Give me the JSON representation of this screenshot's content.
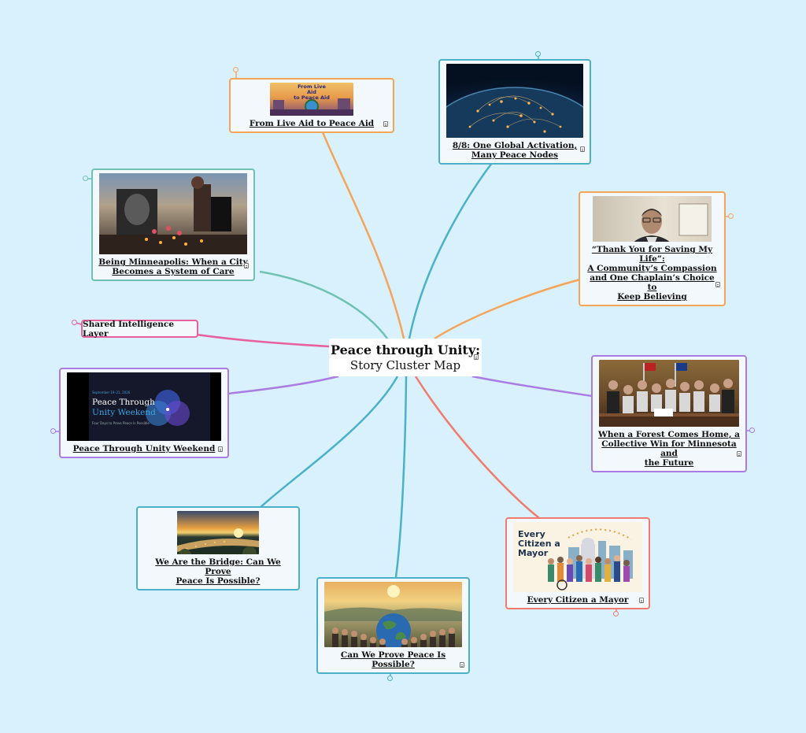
{
  "map": {
    "center": {
      "title": "Peace through Unity:",
      "subtitle": "Story Cluster Map"
    },
    "colors": {
      "background": "#d8f1fc",
      "orange": "#f5a55a",
      "teal": "#4bb1c9",
      "green": "#6fc2b3",
      "pink": "#e9609f",
      "purple": "#a97be3",
      "coral": "#f07b6e",
      "blue": "#3f9fc0"
    },
    "nodes": {
      "live_aid": {
        "title": "From Live Aid to Peace Aid",
        "image_text": "From Live Aid\nto Peace Aid"
      },
      "global": {
        "title": "8/8: One Global Activation,\nMany Peace Nodes"
      },
      "minneapolis": {
        "title": "Being Minneapolis: When a City\nBecomes a System of Care"
      },
      "chaplain": {
        "title": "“Thank You for Saving My Life”:\nA Community’s Compassion\nand One Chaplain’s Choice to\nKeep Believing"
      },
      "shared": {
        "title": "Shared Intelligence Layer"
      },
      "weekend": {
        "title": "Peace Through Unity Weekend",
        "image_date": "September 19–21, 2026",
        "image_line1": "Peace Through",
        "image_line2": "Unity Weekend",
        "image_sub": "Four Days to Prove Peace Is Possible"
      },
      "forest": {
        "title": "When a Forest Comes Home, a\nCollective Win for Minnesota and\nthe Future"
      },
      "bridge": {
        "title": "We Are the Bridge: Can We Prove\nPeace Is Possible?"
      },
      "mayor": {
        "title": "Every Citizen a Mayor",
        "image_text": "Every\nCitizen a\nMayor"
      },
      "prove": {
        "title": "Can We Prove Peace Is Possible?"
      }
    },
    "icons": [
      "note-icon",
      "collapse-dot-icon"
    ]
  }
}
